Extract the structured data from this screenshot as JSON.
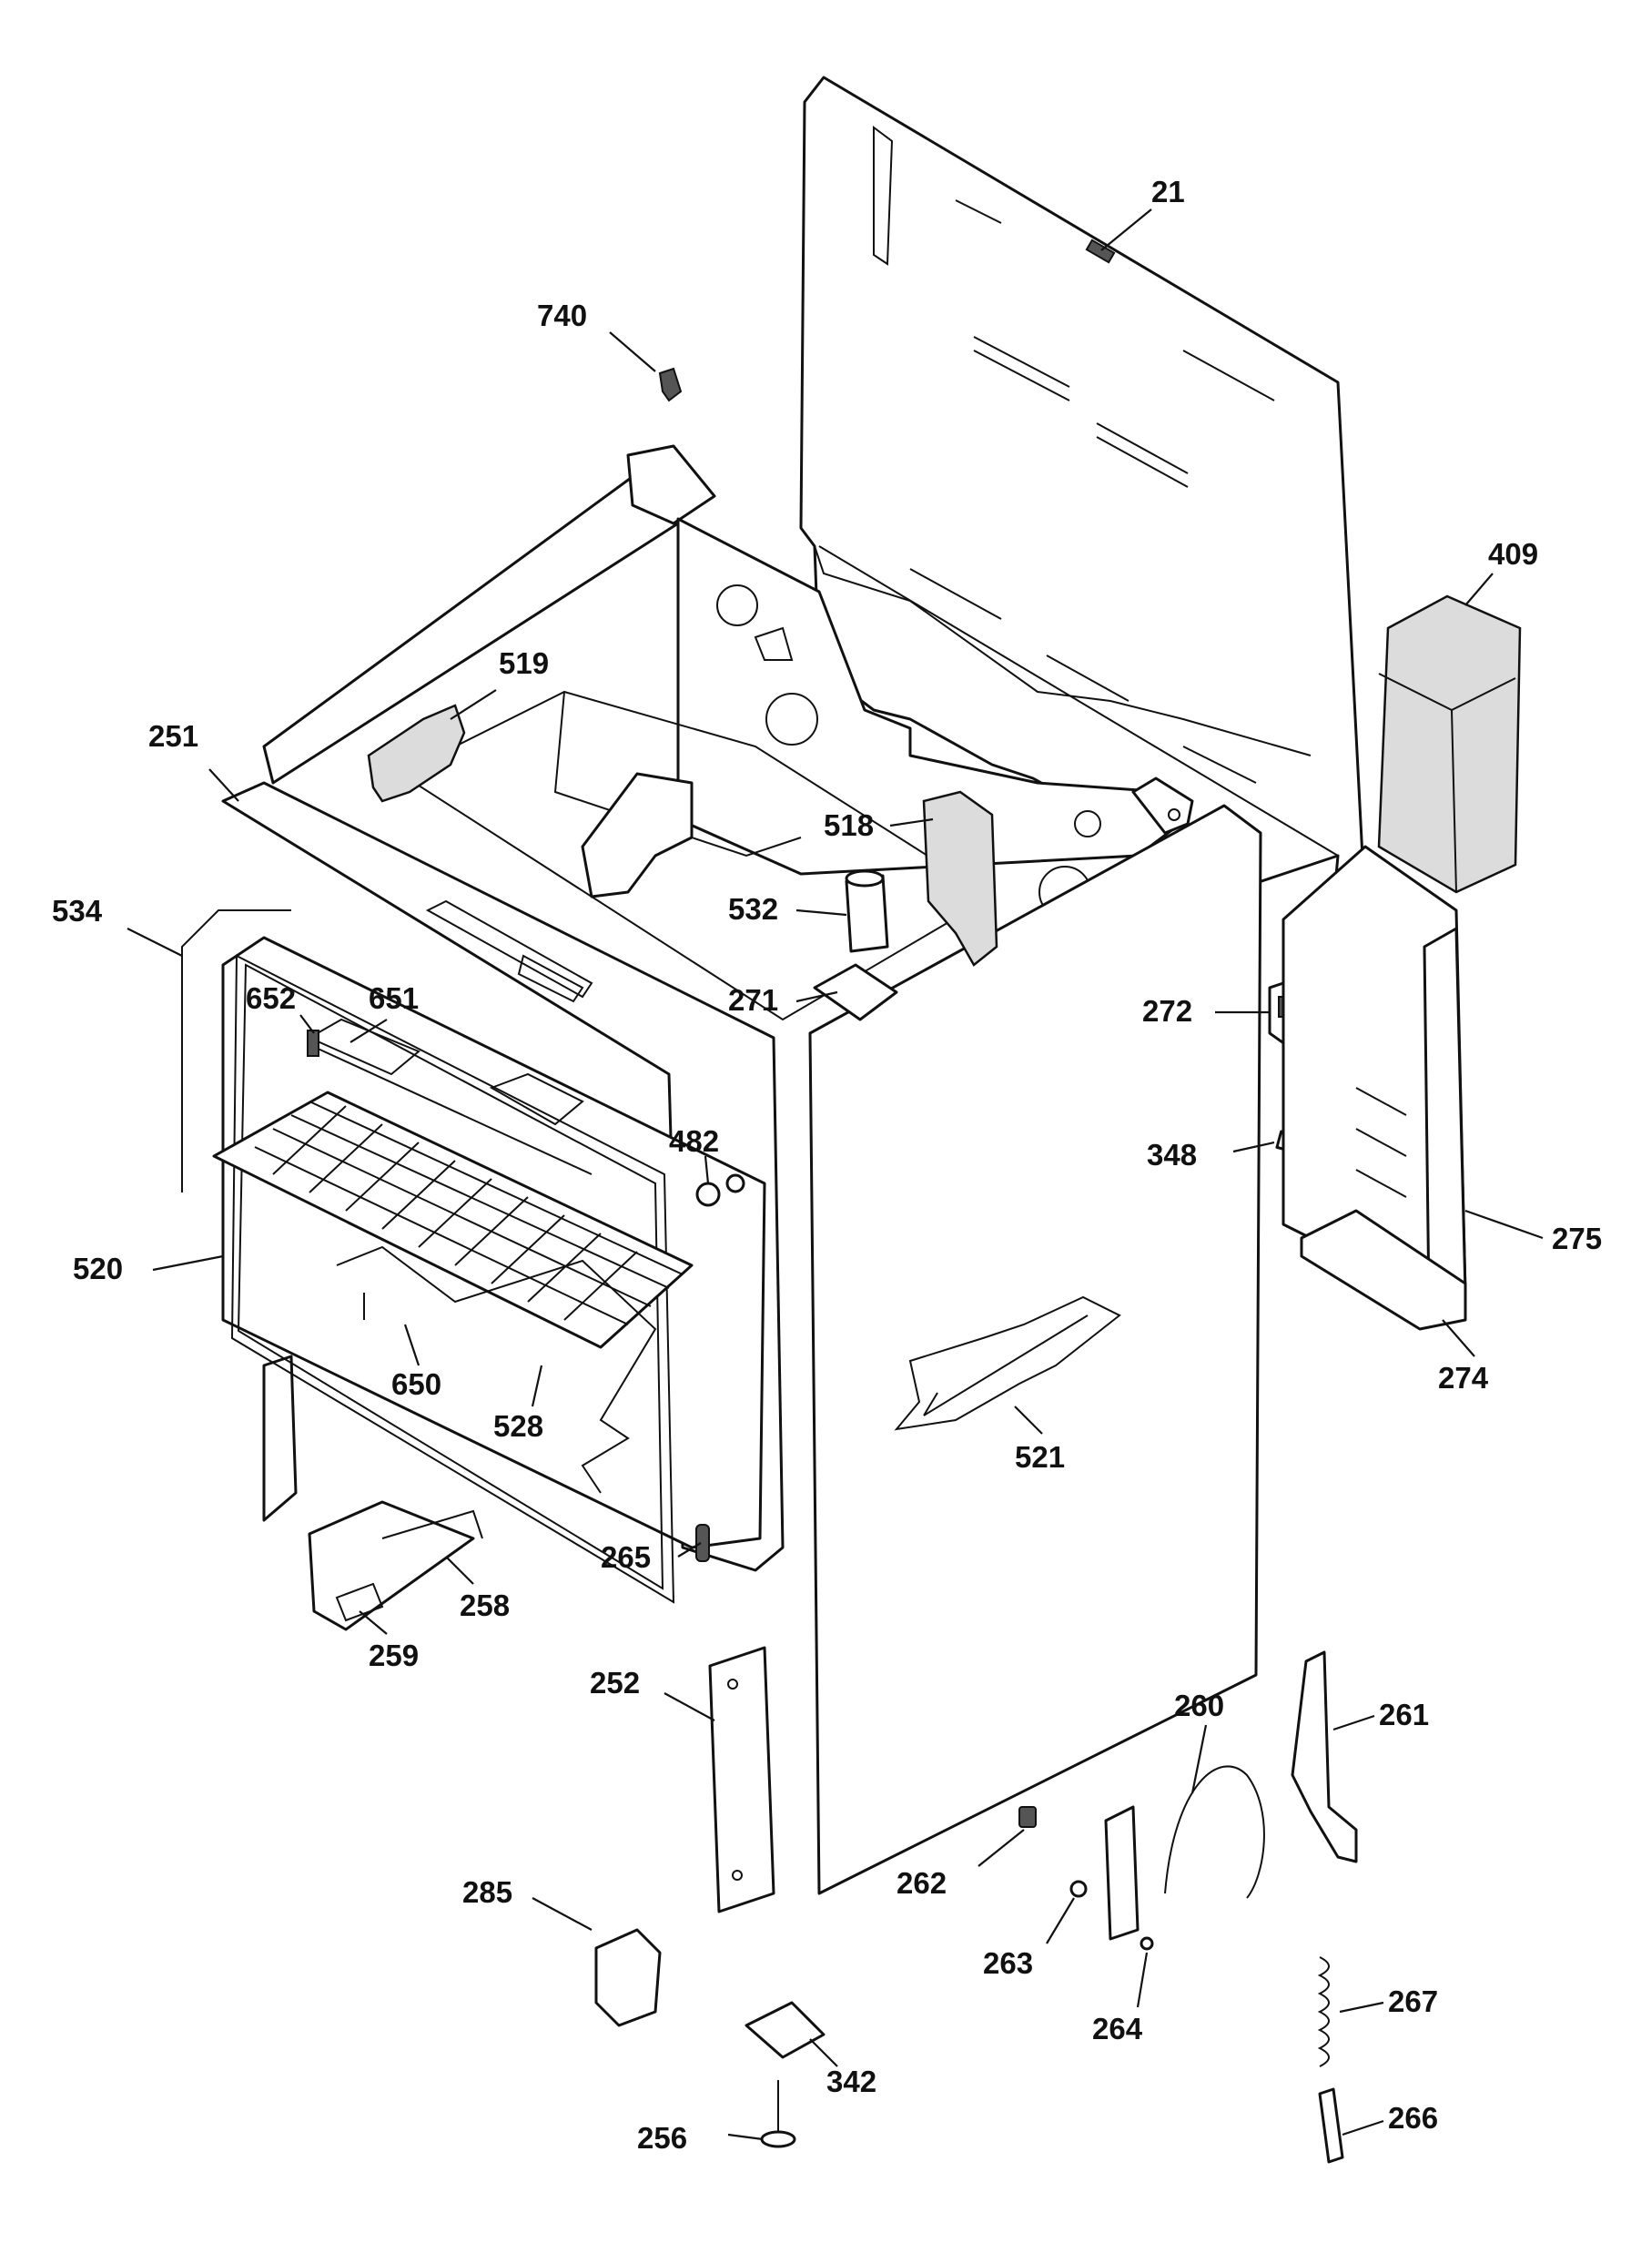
{
  "callouts": {
    "p21": "21",
    "p740": "740",
    "p409": "409",
    "p519": "519",
    "p251": "251",
    "p518": "518",
    "p534": "534",
    "p532": "532",
    "p652": "652",
    "p651": "651",
    "p271": "271",
    "p272": "272",
    "p482": "482",
    "p348": "348",
    "p275": "275",
    "p520": "520",
    "p274": "274",
    "p650": "650",
    "p528": "528",
    "p521": "521",
    "p265": "265",
    "p258": "258",
    "p259": "259",
    "p252": "252",
    "p260": "260",
    "p261": "261",
    "p262": "262",
    "p285": "285",
    "p263": "263",
    "p267": "267",
    "p264": "264",
    "p342": "342",
    "p256": "256",
    "p266": "266"
  },
  "colors": {
    "line": "#111111",
    "background": "#ffffff",
    "shading": "#dcdcdc"
  }
}
